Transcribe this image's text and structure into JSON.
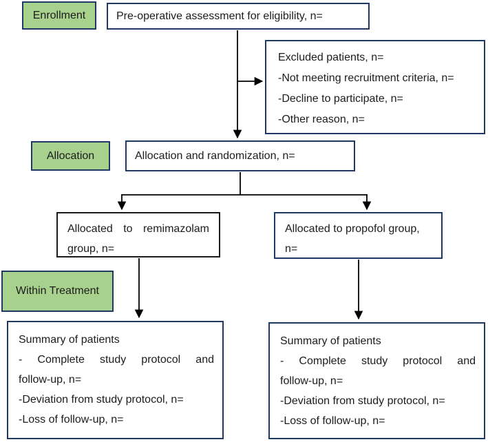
{
  "stage_labels": {
    "enrollment": "Enrollment",
    "allocation": "Allocation",
    "within_treatment": "Within Treatment"
  },
  "boxes": {
    "preop": {
      "text": "Pre-operative assessment for eligibility, n="
    },
    "excluded": {
      "lines": [
        "Excluded patients, n=",
        "-Not meeting recruitment criteria, n=",
        "-Decline to participate, n=",
        "-Other reason, n="
      ]
    },
    "randomization": {
      "text": "Allocation and randomization, n="
    },
    "remimazolam_group": {
      "lines": [
        "Allocated to remimazolam",
        "group, n="
      ]
    },
    "propofol_group": {
      "lines": [
        "Allocated to propofol group,",
        "n="
      ]
    },
    "summary_remimazolam": {
      "lines": [
        "Summary of patients",
        "- Complete study protocol and",
        "follow-up, n=",
        "-Deviation from study protocol, n=",
        "-Loss of follow-up, n="
      ]
    },
    "summary_propofol": {
      "lines": [
        "Summary of patients",
        "- Complete study protocol and",
        "follow-up, n=",
        "-Deviation from study protocol, n=",
        "-Loss of follow-up, n="
      ]
    }
  },
  "colors": {
    "stage_fill": "#A9D18E",
    "border_navy": "#203864",
    "border_black": "#1a1a1a",
    "connector": "#000000"
  }
}
